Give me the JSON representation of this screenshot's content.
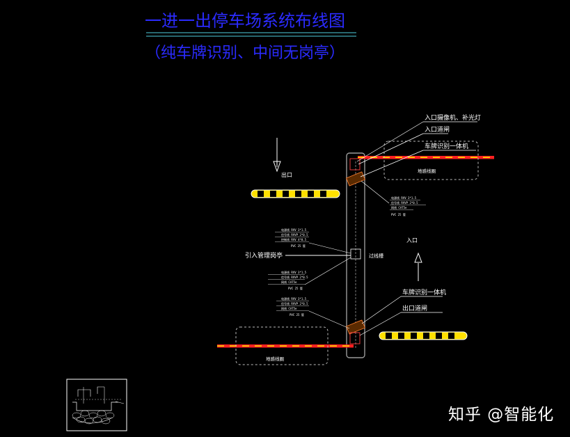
{
  "title": {
    "main": "一进一出停车场系统布线图",
    "sub": "（纯车牌识别、中间无岗亭）"
  },
  "labels": {
    "exit_direction": "出口",
    "entry_direction": "入口",
    "entry_camera": "入口摄像机、补光灯",
    "entry_gate": "入口道闸",
    "entry_lpr": "车牌识别一体机",
    "exit_lpr": "车牌识别一体机",
    "exit_gate": "出口道闸",
    "guard_booth": "引入管理岗亭",
    "wire_trench": "过线槽",
    "entry_loop": "地感线圈",
    "exit_loop": "地感线圈"
  },
  "cable_specs": {
    "entry_lane": [
      "电源线 RVV 3*1.5",
      "信号线 RVVP 2*0.5",
      "网线 CAT5e",
      "PVC 25 管"
    ],
    "booth_upper": [
      "电源线 RVV 3*1.5",
      "信号线 RVVP 2*0.5",
      "控制线 RVV 4*0.5",
      "PVC 25 管"
    ],
    "booth_lower": [
      "电源线 RVV 3*1.5",
      "信号线 RVVP 2*0.5",
      "网线 CAT5e",
      "PVC 25 管"
    ],
    "exit_lane": [
      "电源线 RVV 3*1.5",
      "信号线 RVVP 2*0.5",
      "网线 CAT5e",
      "PVC 25 管"
    ]
  },
  "watermark": "知乎 @智能化",
  "colors": {
    "background": "#000000",
    "title": "#2b2bff",
    "line_white": "#ffffff",
    "island": "#9a9a9a",
    "barrier_yellow": "#ffe000",
    "loop_red": "#ff2020",
    "underline": "#4fd0e0"
  }
}
